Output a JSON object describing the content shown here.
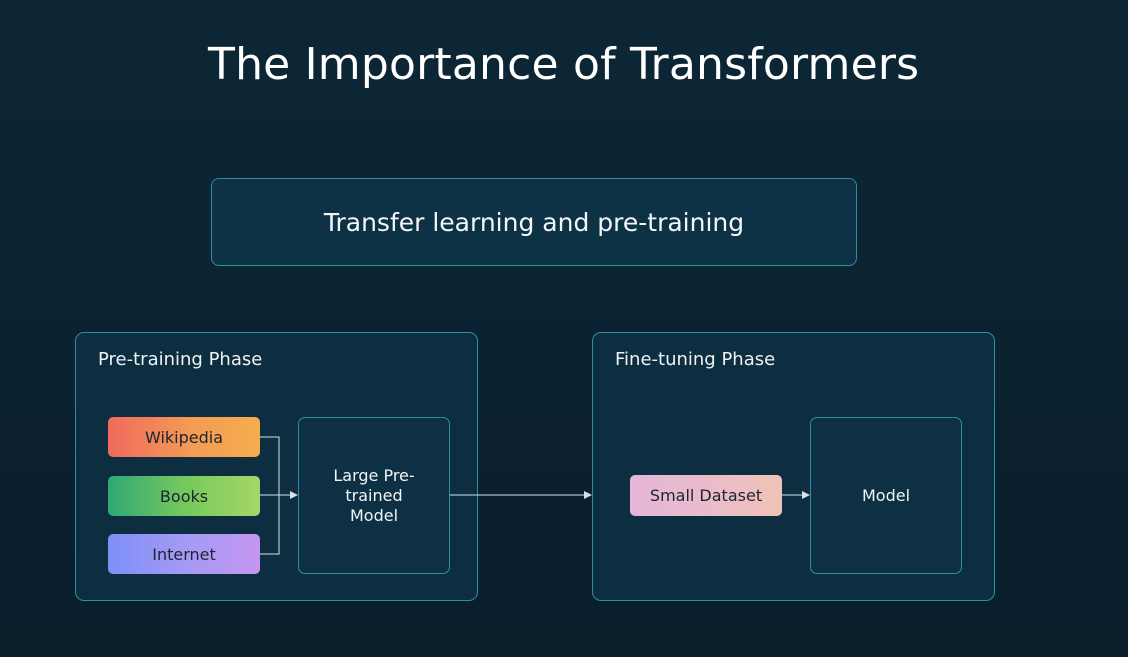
{
  "title": "The Importance of Transformers",
  "banner": "Transfer learning and pre-training",
  "pretraining": {
    "title": "Pre-training Phase",
    "sources": [
      "Wikipedia",
      "Books",
      "Internet"
    ],
    "model": "Large Pre-trained Model"
  },
  "finetuning": {
    "title": "Fine-tuning Phase",
    "dataset": "Small Dataset",
    "model": "Model"
  },
  "colors": {
    "background": "#0b2231",
    "border": "#2f8f9a",
    "connector": "#d8e2e6"
  }
}
